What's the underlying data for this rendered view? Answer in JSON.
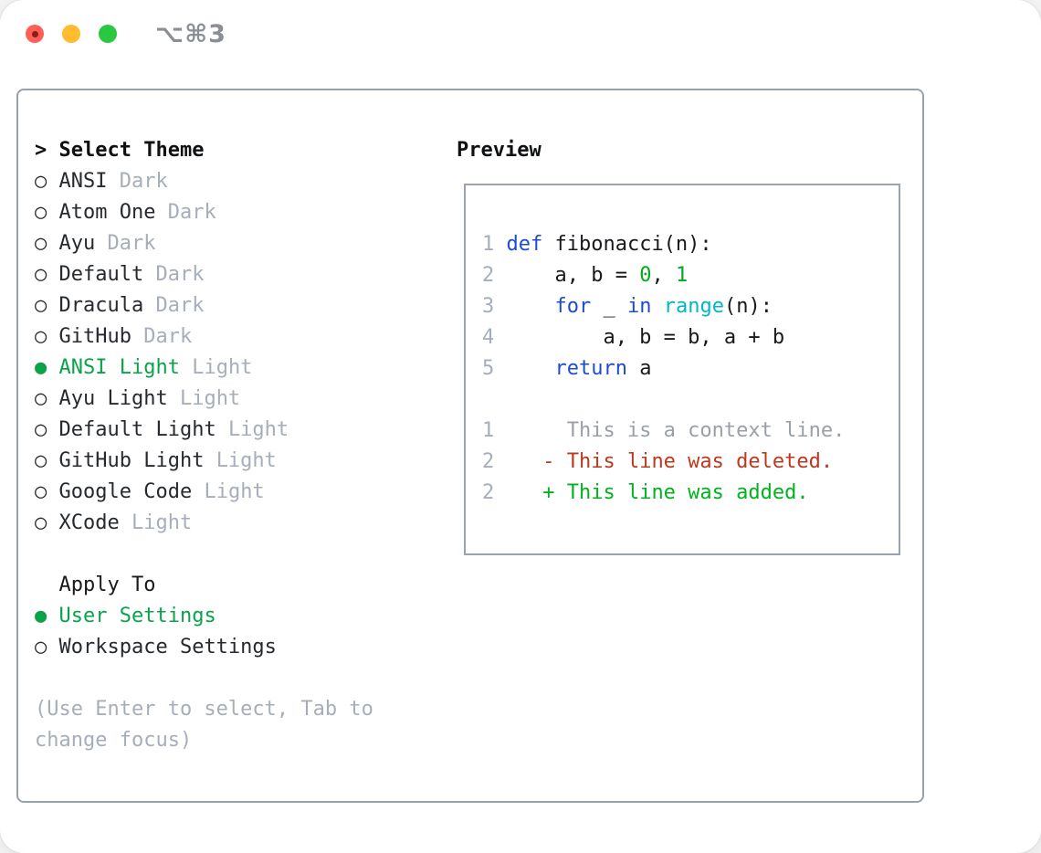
{
  "window": {
    "title_shortcut": "⌥⌘3"
  },
  "colors": {
    "accent_green": "#09a44a",
    "keyword_blue": "#1e4bd2",
    "function_cyan": "#00b7c6",
    "number_green": "#00aa1e",
    "deleted_red": "#c0371f",
    "added_green": "#00b31e",
    "muted_gray": "#a6aebb",
    "context_gray": "#9aa0a8",
    "panel_border": "#98a2ae",
    "traffic_red": "#ff5f57",
    "traffic_yellow": "#febc2e",
    "traffic_green": "#28c840"
  },
  "theme_picker": {
    "prompt": "> ",
    "header": "Select Theme",
    "radio_empty": "○ ",
    "radio_filled": "● ",
    "items": [
      {
        "name": "ANSI",
        "variant": "Dark",
        "selected": false
      },
      {
        "name": "Atom One",
        "variant": "Dark",
        "selected": false
      },
      {
        "name": "Ayu",
        "variant": "Dark",
        "selected": false
      },
      {
        "name": "Default",
        "variant": "Dark",
        "selected": false
      },
      {
        "name": "Dracula",
        "variant": "Dark",
        "selected": false
      },
      {
        "name": "GitHub",
        "variant": "Dark",
        "selected": false
      },
      {
        "name": "ANSI Light",
        "variant": "Light",
        "selected": true
      },
      {
        "name": "Ayu Light",
        "variant": "Light",
        "selected": false
      },
      {
        "name": "Default Light",
        "variant": "Light",
        "selected": false
      },
      {
        "name": "GitHub Light",
        "variant": "Light",
        "selected": false
      },
      {
        "name": "Google Code",
        "variant": "Light",
        "selected": false
      },
      {
        "name": "XCode",
        "variant": "Light",
        "selected": false
      }
    ],
    "apply_header": "Apply To",
    "apply_options": [
      {
        "label": "User Settings",
        "selected": true
      },
      {
        "label": "Workspace Settings",
        "selected": false
      }
    ],
    "hint": "(Use Enter to select, Tab to change focus)"
  },
  "preview": {
    "title": "Preview",
    "lines": [
      {
        "no": "1",
        "kind": "code",
        "tokens": [
          {
            "text": "def",
            "type": "keyword"
          },
          {
            "text": " fibonacci(n):",
            "type": "plain"
          }
        ]
      },
      {
        "no": "2",
        "kind": "code",
        "tokens": [
          {
            "text": "    a, b = ",
            "type": "plain"
          },
          {
            "text": "0",
            "type": "number"
          },
          {
            "text": ", ",
            "type": "plain"
          },
          {
            "text": "1",
            "type": "number"
          }
        ]
      },
      {
        "no": "3",
        "kind": "code",
        "tokens": [
          {
            "text": "    ",
            "type": "plain"
          },
          {
            "text": "for",
            "type": "keyword"
          },
          {
            "text": " _ ",
            "type": "plain"
          },
          {
            "text": "in",
            "type": "keyword"
          },
          {
            "text": " ",
            "type": "plain"
          },
          {
            "text": "range",
            "type": "function"
          },
          {
            "text": "(n):",
            "type": "plain"
          }
        ]
      },
      {
        "no": "4",
        "kind": "code",
        "tokens": [
          {
            "text": "        a, b = b, a + b",
            "type": "plain"
          }
        ]
      },
      {
        "no": "5",
        "kind": "code",
        "tokens": [
          {
            "text": "    ",
            "type": "plain"
          },
          {
            "text": "return",
            "type": "keyword"
          },
          {
            "text": " a",
            "type": "plain"
          }
        ]
      },
      {
        "no": "",
        "kind": "blank",
        "tokens": []
      },
      {
        "no": "1",
        "kind": "diff-context",
        "tokens": [
          {
            "text": "     This is a context line.",
            "type": "context"
          }
        ]
      },
      {
        "no": "2",
        "kind": "diff-deleted",
        "tokens": [
          {
            "text": "   ",
            "type": "plain"
          },
          {
            "text": "- This line was deleted.",
            "type": "deleted"
          }
        ]
      },
      {
        "no": "2",
        "kind": "diff-added",
        "tokens": [
          {
            "text": "   ",
            "type": "plain"
          },
          {
            "text": "+ This line was added.",
            "type": "added"
          }
        ]
      }
    ]
  }
}
